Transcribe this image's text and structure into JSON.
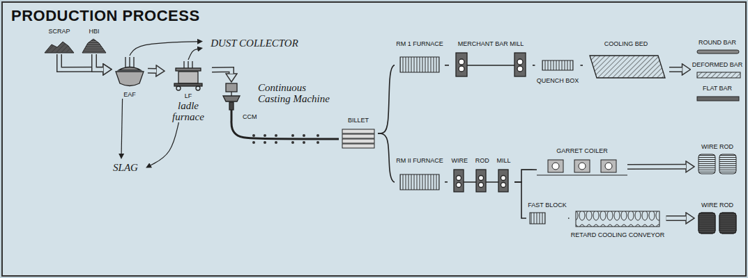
{
  "diagram": {
    "title": "PRODUCTION PROCESS",
    "nodes": [
      {
        "text": [
          "SCRAP"
        ]
      },
      {
        "text": [
          "HBI"
        ]
      },
      {
        "text": [
          "EAF"
        ]
      },
      {
        "text": [
          "DUST COLLECTOR"
        ]
      },
      {
        "text": [
          "LF",
          "ladle furnace"
        ]
      },
      {
        "text": [
          "SLAG"
        ]
      },
      {
        "text": [
          "CCM",
          "Continuous Casting Machine"
        ]
      },
      {
        "text": [
          "BILLET"
        ]
      },
      {
        "text": [
          "RM 1 FURNACE"
        ]
      },
      {
        "text": [
          "MERCHANT BAR MILL"
        ]
      },
      {
        "text": [
          "QUENCH BOX"
        ]
      },
      {
        "text": [
          "COOLING BED"
        ]
      },
      {
        "text": [
          "ROUND BAR"
        ]
      },
      {
        "text": [
          "DEFORMED BAR"
        ]
      },
      {
        "text": [
          "FLAT BAR"
        ]
      },
      {
        "text": [
          "RM II FURNACE"
        ]
      },
      {
        "text": [
          "WIRE",
          "ROD",
          "MILL"
        ]
      },
      {
        "text": [
          "GARRET COILER"
        ]
      },
      {
        "text": [
          "WIRE ROD"
        ]
      },
      {
        "text": [
          "FAST BLOCK"
        ]
      },
      {
        "text": [
          "RETARD COOLING CONVEYOR"
        ]
      },
      {
        "text": [
          "WIRE ROD"
        ]
      }
    ],
    "edges": [
      {
        "from": 0,
        "to": 2,
        "arrow": "to"
      },
      {
        "from": 1,
        "to": 2,
        "arrow": "to"
      },
      {
        "from": 2,
        "to": 3,
        "arrow": "to"
      },
      {
        "from": 4,
        "to": 3,
        "arrow": "to"
      },
      {
        "from": 2,
        "to": 4,
        "arrow": "to"
      },
      {
        "from": 2,
        "to": 5,
        "arrow": "to"
      },
      {
        "from": 4,
        "to": 5,
        "arrow": "to"
      },
      {
        "from": 4,
        "to": 6,
        "arrow": "to"
      },
      {
        "from": 6,
        "to": 7,
        "arrow": "none"
      },
      {
        "from": 7,
        "to": 8,
        "arrow": "none"
      },
      {
        "from": 7,
        "to": 15,
        "arrow": "none"
      },
      {
        "from": 8,
        "to": 9,
        "arrow": "none"
      },
      {
        "from": 9,
        "to": 10,
        "arrow": "none"
      },
      {
        "from": 10,
        "to": 11,
        "arrow": "none"
      },
      {
        "from": 11,
        "to": 13,
        "arrow": "to"
      },
      {
        "from": 15,
        "to": 16,
        "arrow": "none"
      },
      {
        "from": 16,
        "to": 17,
        "arrow": "none"
      },
      {
        "from": 16,
        "to": 19,
        "arrow": "none"
      },
      {
        "from": 17,
        "to": 18,
        "arrow": "to"
      },
      {
        "from": 19,
        "to": 20,
        "arrow": "none"
      },
      {
        "from": 20,
        "to": 21,
        "arrow": "to"
      }
    ]
  }
}
